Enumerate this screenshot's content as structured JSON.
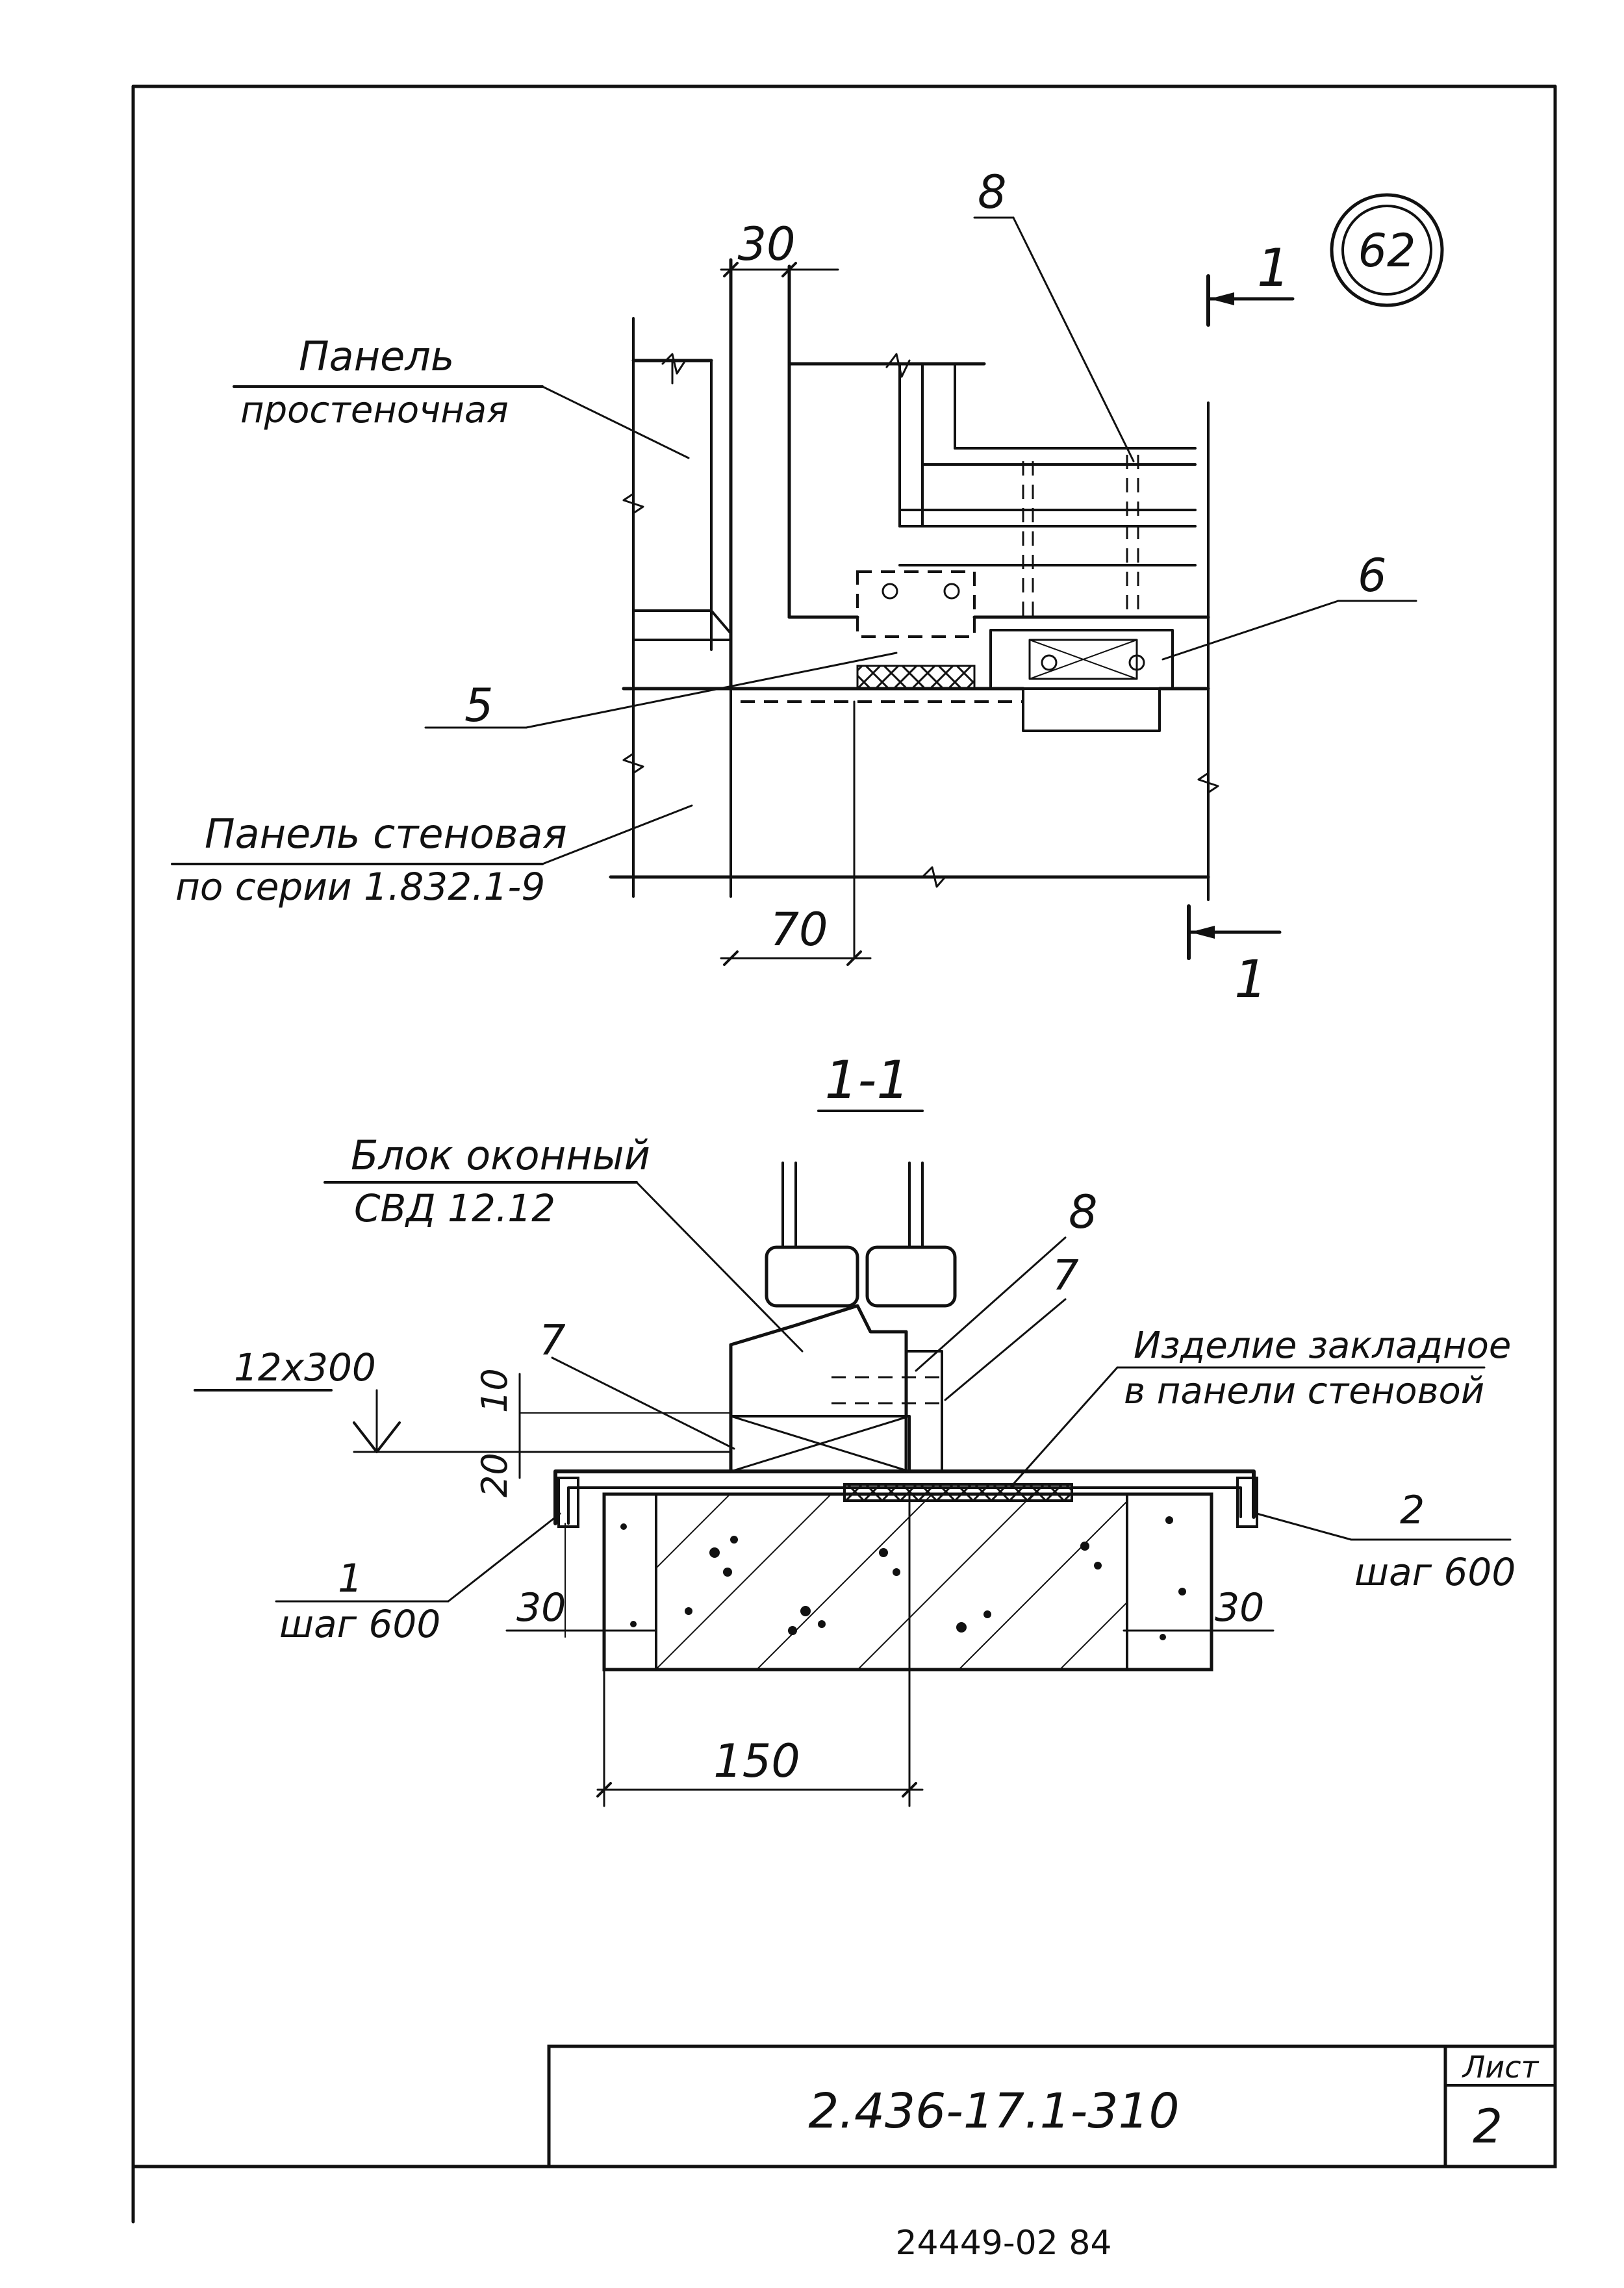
{
  "detail_marker": "62",
  "section_mark": {
    "number": "1"
  },
  "top_view": {
    "labels": {
      "panel_pier_line1": "Панель",
      "panel_pier_line2": "простеночная",
      "panel_wall_line1": "Панель стеновая",
      "panel_wall_line2": "по серии 1.832.1-9"
    },
    "callouts": {
      "c5": "5",
      "c6": "6",
      "c8": "8"
    },
    "dims": {
      "top": "30",
      "bottom": "70"
    }
  },
  "section": {
    "title": "1-1",
    "labels": {
      "window_block_line1": "Блок оконный",
      "window_block_line2": "СВД 12.12",
      "embedded_line1": "Изделие закладное",
      "embedded_line2": "в панели стеновой",
      "level": "12x300",
      "step_left_num": "1",
      "step_left_text": "шаг 600",
      "step_right_num": "2",
      "step_right_text": "шаг 600"
    },
    "callouts": {
      "c7_left": "7",
      "c7_right": "7",
      "c8": "8"
    },
    "dims": {
      "d10": "10",
      "d20": "20",
      "d30_left": "30",
      "d30_right": "30",
      "d150": "150"
    }
  },
  "title_block": {
    "code": "2.436-17.1-310",
    "sheet_label": "Лист",
    "sheet_number": "2"
  },
  "footer": "24449-02 84"
}
